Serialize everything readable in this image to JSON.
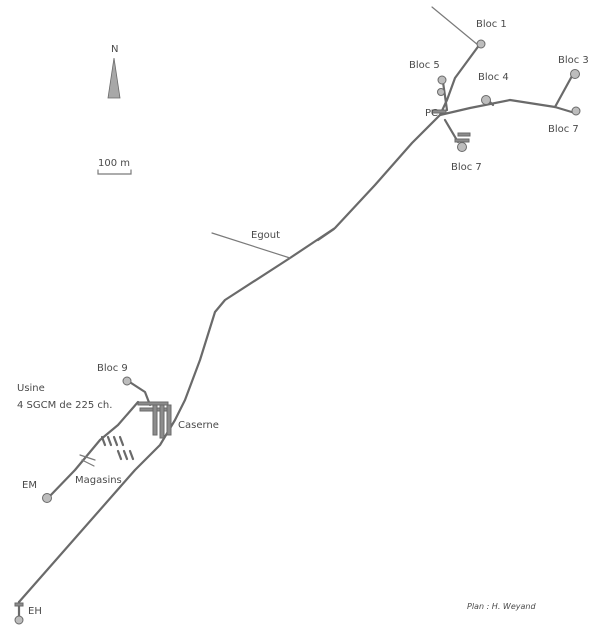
{
  "map": {
    "north_label": "N",
    "scale_label": "100 m",
    "credit": "Plan : H. Weyand",
    "labels": {
      "bloc1": "Bloc 1",
      "bloc3": "Bloc 3",
      "bloc4": "Bloc 4",
      "bloc5": "Bloc 5",
      "bloc7a": "Bloc 7",
      "bloc7b": "Bloc 7",
      "bloc9": "Bloc 9",
      "pc": "PC",
      "egout": "Egout",
      "usine_1": "Usine",
      "usine_2": "4 SGCM de 225 ch.",
      "caserne": "Caserne",
      "magasins": "Magasins",
      "em": "EM",
      "eh": "EH"
    },
    "colors": {
      "tunnel": "#6a6a6a",
      "text": "#4a4a4a",
      "block_fill": "#bdbdbd"
    }
  }
}
